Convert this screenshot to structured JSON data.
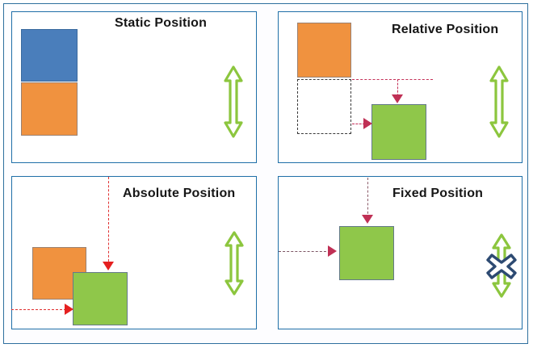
{
  "diagram": {
    "title_hidden": "",
    "theme": {
      "frame_border": "#2e6f9e",
      "panel_border": "#1f6fa8",
      "blue_box": "#4a7ebb",
      "orange_box": "#f0923f",
      "green_box": "#8fc74a",
      "red_arrow": "#e52020",
      "pink_arrow": "#c03055",
      "green_arrow_stroke": "#8cc63e",
      "x_mark": "#2d4a72",
      "title_text": "#161616"
    },
    "panels": [
      {
        "id": "static",
        "title": "Static Position",
        "boxes": [
          {
            "name": "blue-box",
            "color": "#4a7ebb",
            "label": ""
          },
          {
            "name": "orange-box",
            "color": "#f0923f",
            "label": ""
          }
        ],
        "scroll_arrow": {
          "name": "vertical-double-arrow",
          "state": "scrollable"
        }
      },
      {
        "id": "relative",
        "title": "Relative Position",
        "boxes": [
          {
            "name": "orange-box",
            "color": "#f0923f",
            "label": ""
          },
          {
            "name": "ghost-outline-box",
            "color": "transparent",
            "label": ""
          },
          {
            "name": "green-box",
            "color": "#8fc74a",
            "label": ""
          }
        ],
        "scroll_arrow": {
          "name": "vertical-double-arrow",
          "state": "scrollable"
        }
      },
      {
        "id": "absolute",
        "title": "Absolute Position",
        "boxes": [
          {
            "name": "orange-box",
            "color": "#f0923f",
            "label": ""
          },
          {
            "name": "green-box",
            "color": "#8fc74a",
            "label": ""
          }
        ],
        "scroll_arrow": {
          "name": "vertical-double-arrow",
          "state": "scrollable"
        }
      },
      {
        "id": "fixed",
        "title": "Fixed Position",
        "boxes": [
          {
            "name": "green-box",
            "color": "#8fc74a",
            "label": ""
          }
        ],
        "scroll_arrow": {
          "name": "vertical-double-arrow",
          "state": "locked"
        },
        "overlay_icon": "x-mark-icon"
      }
    ],
    "annotations": {
      "relative_offset_horizontal": "",
      "relative_offset_vertical": "",
      "absolute_offset_horizontal": "",
      "absolute_offset_vertical": "",
      "fixed_offset_horizontal": "",
      "fixed_offset_vertical": ""
    }
  }
}
